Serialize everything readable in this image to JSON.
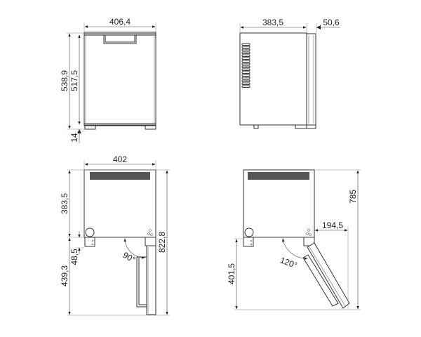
{
  "views": {
    "front": {
      "width_label": "406,4",
      "total_height_label": "538,9",
      "body_height_label": "517,5",
      "feet_height_label": "14"
    },
    "side": {
      "depth_label": "383,5",
      "door_depth_label": "50,6"
    },
    "top_door_90": {
      "width_label": "402",
      "depth_label": "383,5",
      "total_depth_label": "822,8",
      "door_swing_label": "439,3",
      "hinge_offset_label": "48,5",
      "angle_label": "90°"
    },
    "top_door_120": {
      "total_depth_label": "785",
      "door_swing_label": "401,5",
      "side_clearance_label": "194,5",
      "angle_label": "120°"
    }
  }
}
